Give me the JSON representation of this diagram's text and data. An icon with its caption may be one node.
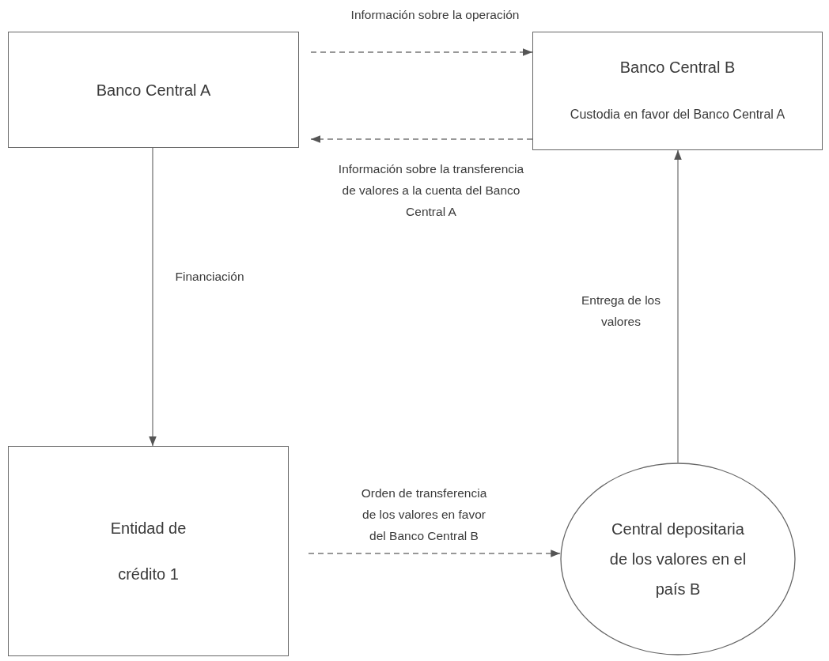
{
  "diagram": {
    "nodes": [
      {
        "text": [
          "Banco Central A"
        ]
      },
      {
        "text": [
          "Banco Central B",
          "Custodia en favor del Banco Central A"
        ]
      },
      {
        "text": [
          "Entidad de crédito 1"
        ]
      },
      {
        "text": [
          "Central depositaria de los valores en el país B"
        ]
      }
    ],
    "edges": [
      {
        "from": 0,
        "to": 1,
        "arrow": "to",
        "style": "dashed",
        "label": "Información sobre la operación"
      },
      {
        "from": 1,
        "to": 0,
        "arrow": "to",
        "style": "dashed",
        "label": "Información sobre la transferencia de valores a la cuenta del Banco Central A"
      },
      {
        "from": 0,
        "to": 2,
        "arrow": "to",
        "label": "Financiación"
      },
      {
        "from": 2,
        "to": 3,
        "arrow": "to",
        "style": "dashed",
        "label": "Orden de transferencia de los valores en favor del Banco Central B"
      },
      {
        "from": 3,
        "to": 1,
        "arrow": "to",
        "label": "Entrega de los valores"
      }
    ]
  }
}
